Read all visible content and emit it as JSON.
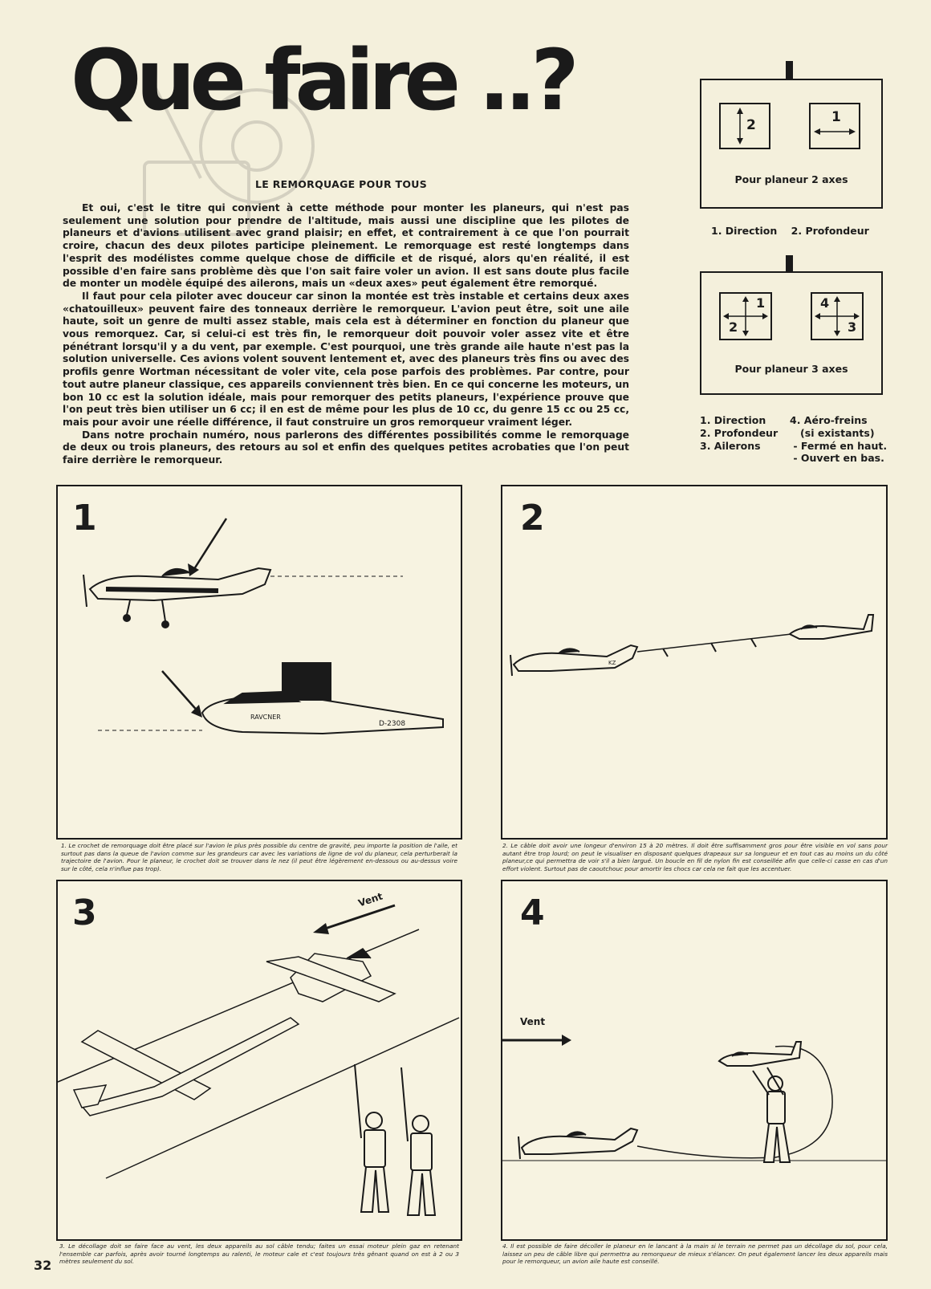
{
  "header": {
    "title": "Que faire ..?",
    "subtitle": "LE REMORQUAGE POUR TOUS"
  },
  "article": {
    "paragraphs": [
      "Et oui, c'est le titre qui convient à cette méthode pour monter les planeurs, qui n'est pas seulement une solution pour prendre de l'altitude, mais aussi une discipline que les pilotes de planeurs et d'avions utilisent avec grand plaisir; en effet, et contrairement à ce que l'on pourrait croire, chacun des deux pilotes participe pleinement. Le remorquage est resté longtemps dans l'esprit des modélistes comme quelque chose de difficile et de risqué, alors qu'en réalité, il est possible d'en faire sans problème dès que l'on sait faire voler un avion. Il est sans doute plus facile de monter un modèle équipé des ailerons, mais un «deux axes» peut également être remorqué.",
      "Il faut pour cela piloter avec douceur car sinon la montée est très instable et certains deux axes «chatouilleux» peuvent faire des tonneaux derrière le remorqueur. L'avion peut être, soit une aile haute, soit un genre de multi assez stable, mais cela est à déterminer en fonction du planeur que vous remorquez. Car, si celui-ci est très fin, le remorqueur doit pouvoir voler assez vite et être pénétrant lorsqu'il y a du vent, par exemple. C'est pourquoi, une très grande aile haute n'est pas la solution universelle. Ces avions volent souvent lentement et, avec des planeurs très fins ou avec des profils genre Wortman nécessitant de voler vite, cela pose parfois des problèmes. Par contre, pour tout autre planeur classique, ces appareils conviennent très bien. En ce qui concerne les moteurs, un bon 10 cc est la solution idéale, mais pour remorquer des petits planeurs, l'expérience prouve que l'on peut très bien utiliser un 6 cc; il en est de même pour les plus de 10 cc, du genre 15 cc ou 25 cc, mais pour avoir une réelle différence, il faut construire un gros remorqueur vraiment léger.",
      "Dans notre prochain numéro, nous parlerons des différentes possibilités comme le remorquage de deux ou trois planeurs, des retours au sol et enfin des quelques petites acrobaties que l'on peut faire derrière le remorqueur."
    ]
  },
  "transmitters": {
    "two_axes": {
      "label": "Pour planeur 2 axes",
      "stick_left": "2",
      "stick_right": "1",
      "legend": "1. Direction    2. Profondeur"
    },
    "three_axes": {
      "label": "Pour planeur 3 axes",
      "stick_left_top": "1",
      "stick_left_bottom": "2",
      "stick_right_top": "4",
      "stick_right_bottom": "3",
      "legend_left": "1. Direction\n2. Profondeur\n3. Ailerons",
      "legend_right": "4. Aéro-freins\n   (si existants)\n - Fermé en haut.\n - Ouvert en bas."
    }
  },
  "panels": [
    {
      "number": "1",
      "caption": "1. Le crochet de remorquage doit être placé sur l'avion le plus près possible du centre de gravité, peu importe la position de l'aile, et surtout pas dans la queue de l'avion comme sur les grandeurs car avec les variations de ligne de vol du planeur, cela perturberait la trajectoire de l'avion. Pour le planeur, le crochet doit se trouver dans le nez (il peut être légèrement en-dessous ou au-dessus voire sur le côté, cela n'influe pas trop)."
    },
    {
      "number": "2",
      "caption": "2. Le câble doit avoir une longeur d'environ 15 à 20 mètres. Il doit être suffisamment gros pour être visible en vol sans pour autant être trop lourd; on peut le visualiser en disposant quelques drapeaux sur sa longueur et en tout cas au moins un du côté planeur,ce qui permettra de voir s'il a bien largué. Un boucle en fil de nylon fin est conseillée afin que celle-ci casse en cas d'un effort violent. Surtout pas de caoutchouc pour amortir les chocs car cela ne fait que les accentuer."
    },
    {
      "number": "3",
      "wind": "Vent",
      "caption": "3. Le décollage doit se faire face au vent, les deux appareils au sol câble tendu; faites un essai moteur plein gaz en retenant l'ensemble car parfois, après avoir tourné longtemps au ralenti, le moteur cale et c'est toujours très gênant quand on est à 2 ou 3 mètres seulement du sol."
    },
    {
      "number": "4",
      "wind": "Vent",
      "caption": "4. Il est possible de faire décoller le planeur en le lancant à la main si le terrain ne permet pas un décollage du sol, pour cela, laissez un peu de câble libre qui permettra au remorqueur de mieux s'élancer. On peut également lancer les deux appareils mais pour le remorqueur, un avion aile haute est conseillé."
    }
  ],
  "artwork": {
    "glider_registration": "D-2308",
    "glider_name": "RAVCNER",
    "plane_code": "KZ"
  },
  "footer": {
    "page_number": "32"
  }
}
